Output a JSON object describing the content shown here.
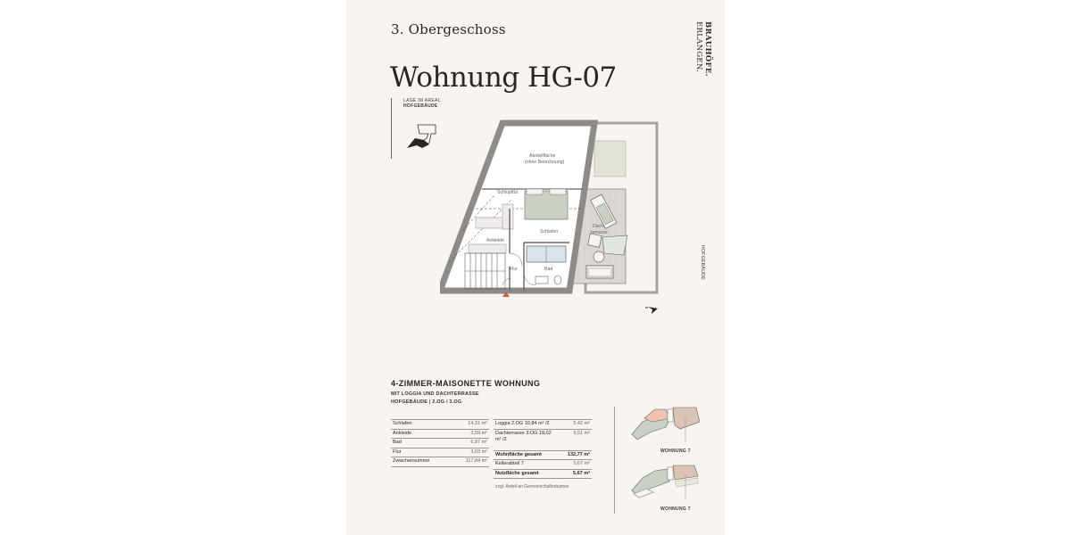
{
  "header": {
    "floor": "3. Obergeschoss",
    "title": "Wohnung HG-07",
    "brand_line1": "BRAUHÖFE.",
    "brand_line2": "ERLANGEN."
  },
  "location": {
    "label": "LAGE IM AREAL",
    "building": "HOFGEBÄUDE"
  },
  "side_label": "HOFGEBÄUDE",
  "floorplan": {
    "rooms": {
      "storage": "Abstellfläche",
      "storage_note": "(ohne Berechnung)",
      "hatch": "Schlupftür",
      "bedroom": "Schlafen",
      "walk_in": "Ankleide",
      "hall": "Flur",
      "bath": "Bad",
      "roof_terrace_1": "Dach-",
      "roof_terrace_2": "terrasse"
    },
    "colors": {
      "wall": "#8f8b88",
      "terrace": "#dcd6d4",
      "furniture_green": "#c9d1c4",
      "water_blue": "#d7e6ee",
      "entrance_marker": "#d45a3c"
    }
  },
  "info": {
    "heading": "4-ZIMMER-MAISONETTE WOHNUNG",
    "sub1": "MIT LOGGIA UND DACHTERRASSE",
    "sub2": "HOFGEBÄUDE  | 2.OG / 3.OG"
  },
  "areas_left": [
    {
      "room": "Schlafen",
      "area": "14,31 m²"
    },
    {
      "room": "Ankleide",
      "area": "3,99 m²"
    },
    {
      "room": "Bad",
      "area": "6,97 m²"
    },
    {
      "room": "Flur",
      "area": "3,03 m²"
    },
    {
      "room": "Zwischensumme",
      "area": "117,84 m²"
    }
  ],
  "areas_right": {
    "loggia": {
      "room": "Loggia 2.OG  10,84 m² /2",
      "area": "5,42 m²"
    },
    "terrace": {
      "room": "Dachterrasse 3.OG  19,02",
      "room2": "m² /2",
      "area": "9,51 m²"
    },
    "living_total": {
      "room": "Wohnfläche gesamt",
      "area": "132,77 m²"
    },
    "cellar": {
      "room": "Kellerabteil 7",
      "area": "5,67 m²"
    },
    "usable_total": {
      "room": "Nutzfläche gesamt",
      "area": "5,67 m²"
    },
    "note": "zzgl. Anteil an Gemeinschaftsräumen"
  },
  "mini_plans": [
    {
      "label": "WOHNUNG 7"
    },
    {
      "label": "WOHNUNG 7"
    }
  ]
}
